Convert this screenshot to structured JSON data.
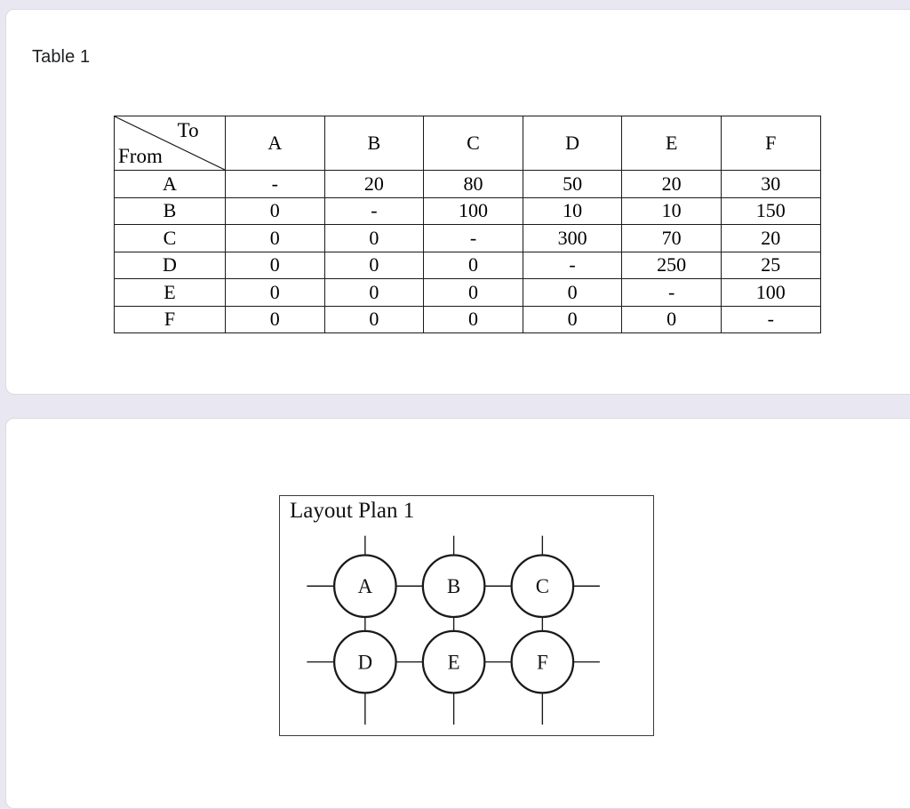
{
  "theme": {
    "page_background": "#e9e7f2",
    "card_background": "#ffffff",
    "card_border": "#dadce0",
    "text_color": "#202124",
    "line_color": "#1a1a1a"
  },
  "section1": {
    "title": "Table 1"
  },
  "table": {
    "corner": {
      "to": "To",
      "from": "From"
    },
    "columns": [
      "A",
      "B",
      "C",
      "D",
      "E",
      "F"
    ],
    "rows": [
      {
        "label": "A",
        "values": [
          "-",
          "20",
          "80",
          "50",
          "20",
          "30"
        ]
      },
      {
        "label": "B",
        "values": [
          "0",
          "-",
          "100",
          "10",
          "10",
          "150"
        ]
      },
      {
        "label": "C",
        "values": [
          "0",
          "0",
          "-",
          "300",
          "70",
          "20"
        ]
      },
      {
        "label": "D",
        "values": [
          "0",
          "0",
          "0",
          "-",
          "250",
          "25"
        ]
      },
      {
        "label": "E",
        "values": [
          "0",
          "0",
          "0",
          "0",
          "-",
          "100"
        ]
      },
      {
        "label": "F",
        "values": [
          "0",
          "0",
          "0",
          "0",
          "0",
          "-"
        ]
      }
    ]
  },
  "layout_plan": {
    "title": "Layout Plan 1",
    "nodes": [
      {
        "label": "A",
        "row": 0,
        "col": 0
      },
      {
        "label": "B",
        "row": 0,
        "col": 1
      },
      {
        "label": "C",
        "row": 0,
        "col": 2
      },
      {
        "label": "D",
        "row": 1,
        "col": 0
      },
      {
        "label": "E",
        "row": 1,
        "col": 1
      },
      {
        "label": "F",
        "row": 1,
        "col": 2
      }
    ]
  }
}
